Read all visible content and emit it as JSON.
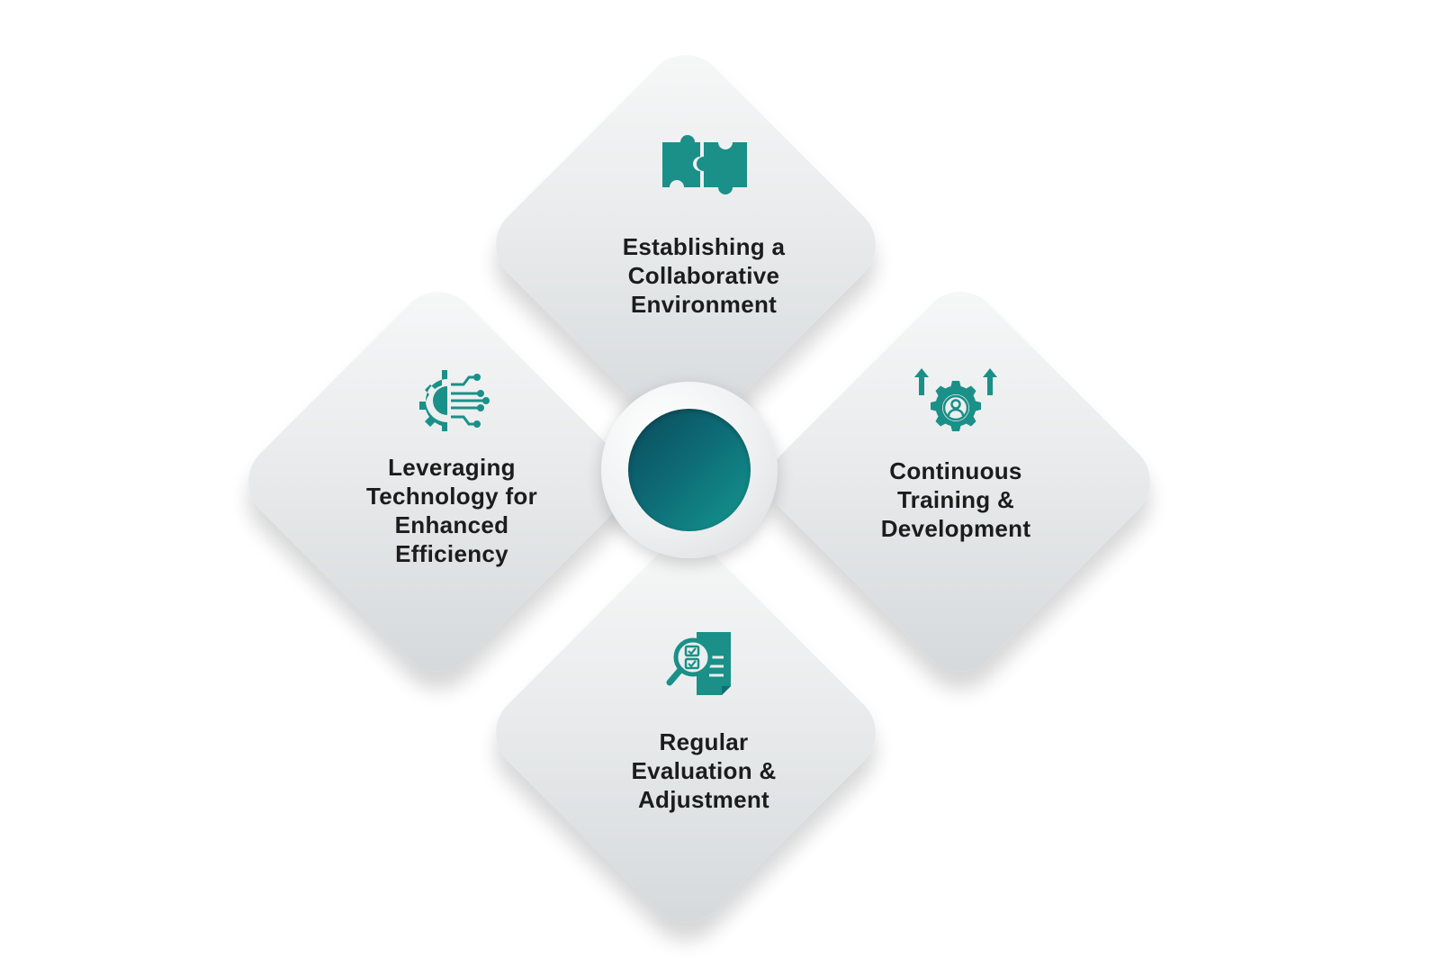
{
  "colors": {
    "accent": "#1a9088",
    "text": "#1c1c1c",
    "tile": "#e6e8e9",
    "hub": "#0e6e78"
  },
  "segments": [
    {
      "label": "Establishing a Collaborative Environment",
      "lines": [
        "Establishing a",
        "Collaborative",
        "Environment"
      ],
      "icon": "puzzle-pieces-icon"
    },
    {
      "label": "Leveraging Technology for Enhanced Efficiency",
      "lines": [
        "Leveraging",
        "Technology for",
        "Enhanced",
        "Efficiency"
      ],
      "icon": "gear-circuit-icon"
    },
    {
      "label": "Continuous Training & Development",
      "lines": [
        "Continuous",
        "Training &",
        "Development"
      ],
      "icon": "gear-person-growth-icon"
    },
    {
      "label": "Regular Evaluation & Adjustment",
      "lines": [
        "Regular",
        "Evaluation &",
        "Adjustment"
      ],
      "icon": "document-magnifier-checklist-icon"
    }
  ]
}
